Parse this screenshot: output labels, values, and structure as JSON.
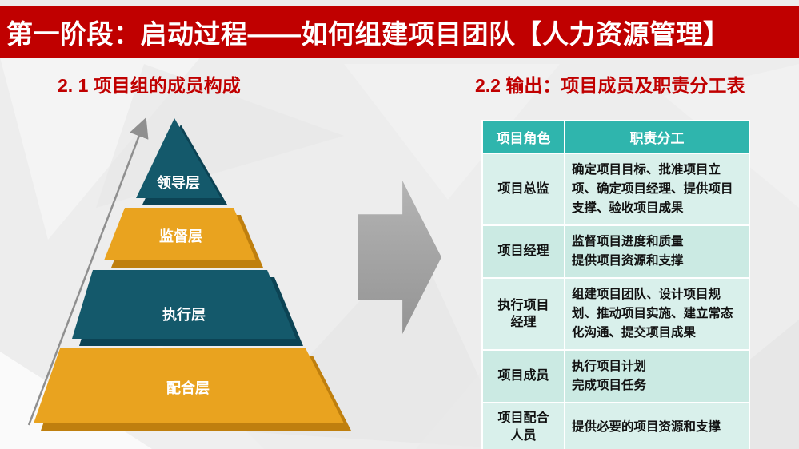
{
  "banner": {
    "title": "第一阶段：启动过程——如何组建项目团队【人力资源管理】"
  },
  "left_panel": {
    "heading": "2. 1 项目组的成员构成",
    "pyramid_layers": [
      {
        "label": "领导层",
        "color": "#14596B"
      },
      {
        "label": "监督层",
        "color": "#E9A31F"
      },
      {
        "label": "执行层",
        "color": "#14596B"
      },
      {
        "label": "配合层",
        "color": "#E9A31F"
      }
    ]
  },
  "right_panel": {
    "heading": "2.2 输出：项目成员及职责分工表",
    "table": {
      "headers": [
        "项目角色",
        "职责分工"
      ],
      "rows": [
        {
          "role": "项目总监",
          "duties": "确定项目目标、批准项目立项、确定项目经理、提供项目支撑、验收项目成果"
        },
        {
          "role": "项目经理",
          "duties": "监督项目进度和质量\n提供项目资源和支撑"
        },
        {
          "role": "执行项目\n经理",
          "duties": "组建项目团队、设计项目规划、推动项目实施、建立常态化沟通、提交项目成果"
        },
        {
          "role": "项目成员",
          "duties": "执行项目计划\n完成项目任务"
        },
        {
          "role": "项目配合\n人员",
          "duties": "提供必要的项目资源和支撑"
        }
      ]
    }
  },
  "colors": {
    "banner_red": "#C00000",
    "heading_red": "#C00000",
    "pyramid_teal": "#14596B",
    "pyramid_orange": "#E9A31F",
    "table_header_teal": "#2FB5AD",
    "row_light": "#D9F0EB",
    "row_dark": "#CBEAE3",
    "arrow_gray": "#9E9E9E"
  }
}
